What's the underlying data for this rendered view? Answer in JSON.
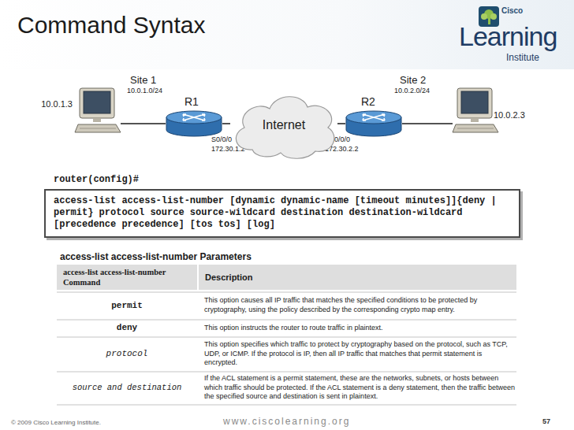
{
  "diagram": {
    "title": "Command Syntax",
    "nodes": [
      {
        "text": [
          "10.0.1.3"
        ]
      },
      {
        "text": [
          "R1"
        ]
      },
      {
        "text": [
          "Internet"
        ]
      },
      {
        "text": [
          "R2"
        ]
      },
      {
        "text": [
          "10.0.2.3"
        ]
      },
      {
        "text": [
          "router(config)#",
          "access-list access-list-number [dynamic dynamic-name [timeout minutes]]{deny | permit} protocol source source-wildcard destination destination-wildcard [precedence precedence] [tos tos] [log]"
        ]
      }
    ],
    "edges": [
      {
        "from": 0,
        "to": 1,
        "arrow": "none"
      },
      {
        "from": 1,
        "to": 2,
        "arrow": "none"
      },
      {
        "from": 2,
        "to": 3,
        "arrow": "none"
      },
      {
        "from": 3,
        "to": 4,
        "arrow": "none"
      }
    ],
    "labels": [
      "Cisco",
      "Learning",
      "Institute",
      "Site 1",
      "10.0.1.0/24",
      "S0/0/0",
      "172.30.1.2",
      "S0/0/0",
      "172.30.2.2",
      "Site 2",
      "10.0.2.0/24",
      "access-list access-list-number Parameters",
      "access-list access-list-number Command",
      "Description",
      "permit",
      "This option causes all IP traffic that matches the specified conditions to be protected by cryptography, using the policy described by the corresponding crypto map entry.",
      "deny",
      "This option instructs the router to route traffic in plaintext.",
      "protocol",
      "This option specifies which traffic to protect by cryptography based on the protocol, such as TCP, UDP, or ICMP. If the protocol is IP, then all IP traffic that matches that permit statement is encrypted.",
      "source and destination",
      "If the ACL statement is a permit statement, these are the networks, subnets, or hosts between which traffic should be protected. If the ACL statement is a deny statement, then the traffic between the specified source and destination is sent in plaintext.",
      "© 2009 Cisco Learning Institute.",
      "www.ciscolearning.org",
      "57"
    ]
  }
}
